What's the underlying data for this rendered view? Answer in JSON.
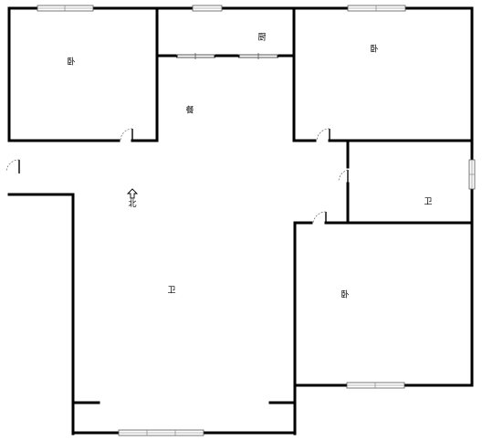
{
  "rooms": {
    "bedroom_top_left": "卧",
    "kitchen": "厨",
    "bedroom_top_right": "卧",
    "dining": "餐",
    "bathroom": "卫",
    "living": "卫",
    "bedroom_bottom_right": "卧"
  },
  "compass": {
    "label": "北",
    "icon": "north-arrow-icon"
  }
}
